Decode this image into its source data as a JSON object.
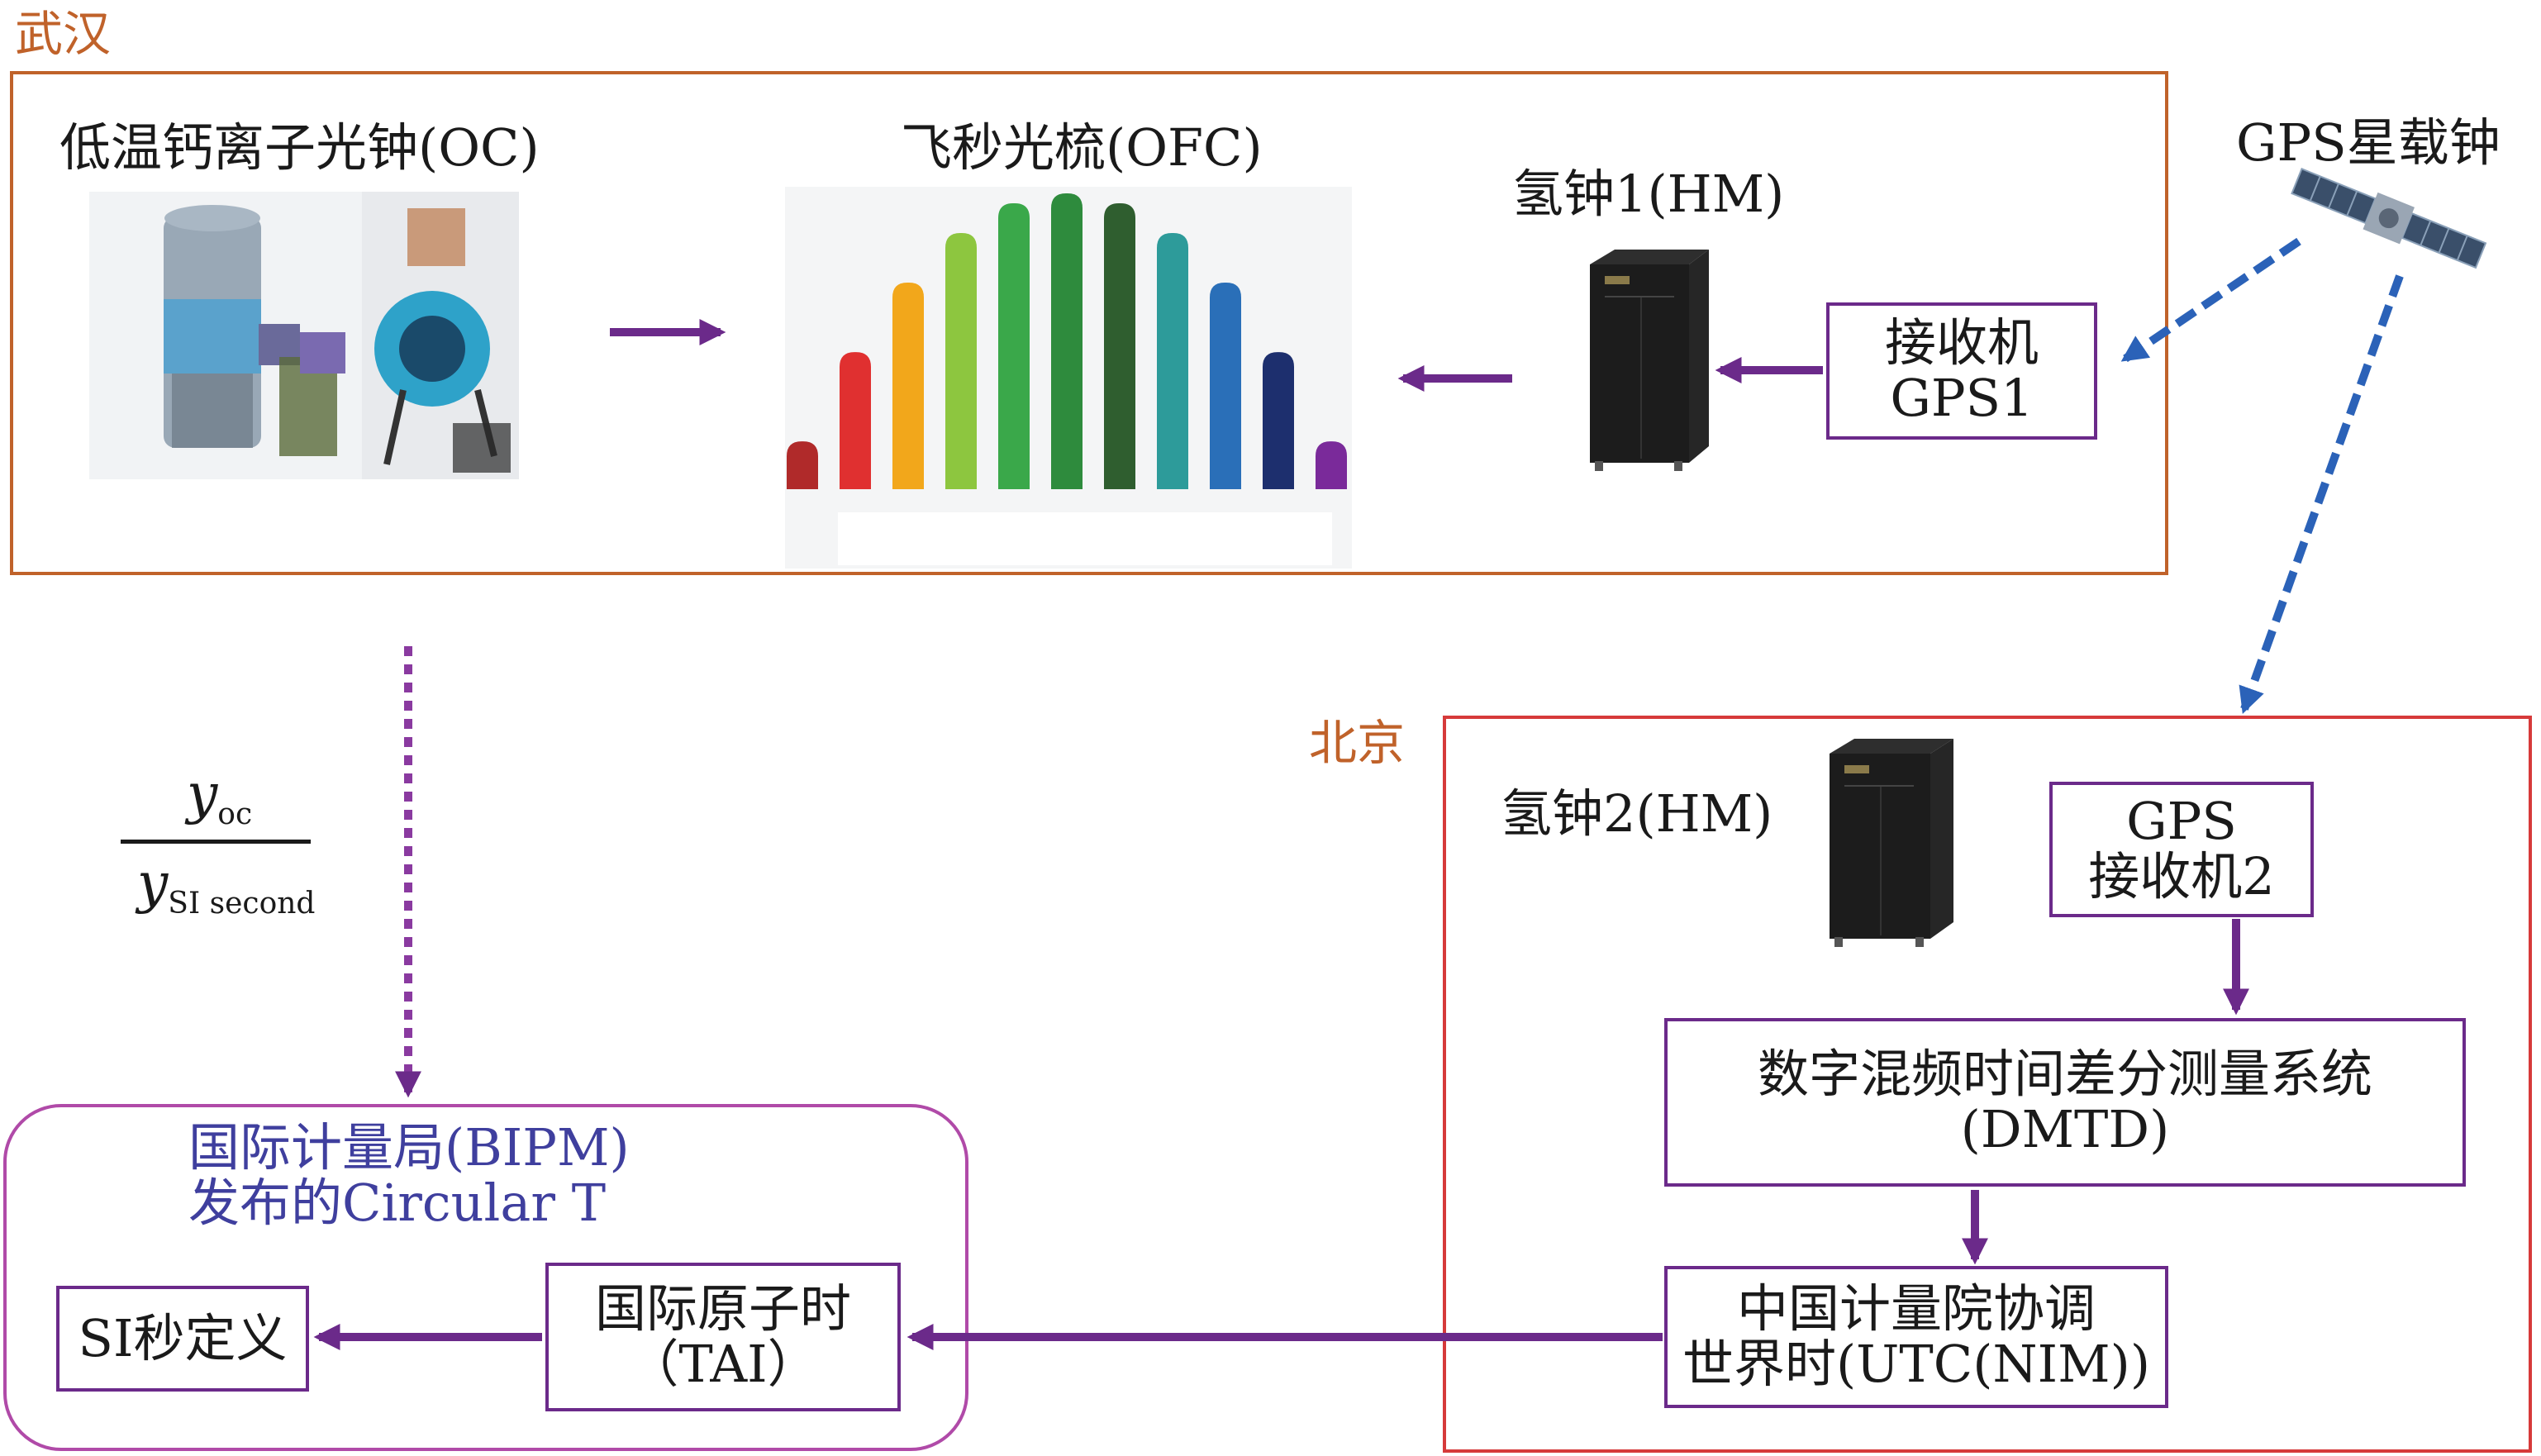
{
  "regions": {
    "wuhan": {
      "label": "武汉"
    },
    "beijing": {
      "label": "北京"
    }
  },
  "wuhan": {
    "optical_clock_label": "低温钙离子光钟(OC)",
    "comb_label": "飞秒光梳(OFC)",
    "hmaser1_label": "氢钟1(HM)",
    "gps1_receiver": {
      "line1": "接收机",
      "line2": "GPS1"
    }
  },
  "satellite": {
    "label": "GPS星载钟"
  },
  "beijing": {
    "hmaser2_label": "氢钟2(HM)",
    "gps2_receiver": {
      "line1": "GPS",
      "line2": "接收机2"
    },
    "dmtd": {
      "line1": "数字混频时间差分测量系统",
      "line2": "(DMTD)"
    },
    "utc_nim": {
      "line1": "中国计量院协调",
      "line2": "世界时(UTC(NIM))"
    }
  },
  "ratio": {
    "numerator_base": "y",
    "numerator_sub": "oc",
    "denominator_base": "y",
    "denominator_sub": "SI second"
  },
  "bipm": {
    "caption_line1": "国际计量局(BIPM)",
    "caption_line2": "发布的Circular T",
    "tai": {
      "line1": "国际原子时",
      "line2": "（TAI）"
    },
    "si_second": "SI秒定义"
  },
  "colors": {
    "arrow_purple": "#6b2a8a",
    "satellite_link_blue": "#2b62b8",
    "wuhan_border": "#c0622a",
    "beijing_border": "#d63a3a",
    "bipm_border": "#b04aa8",
    "comb_bars": [
      "#b02a2a",
      "#e03030",
      "#f2a71b",
      "#8dc63f",
      "#3aa84a",
      "#2e8b3d",
      "#2f5e2f",
      "#2d9b9a",
      "#2a6fb8",
      "#1d2f6e",
      "#7a2a9a"
    ]
  },
  "icons": {
    "optical_clock": "optical-clock-apparatus-icon",
    "hmaser": "hydrogen-maser-cabinet-icon",
    "satellite": "satellite-icon"
  }
}
